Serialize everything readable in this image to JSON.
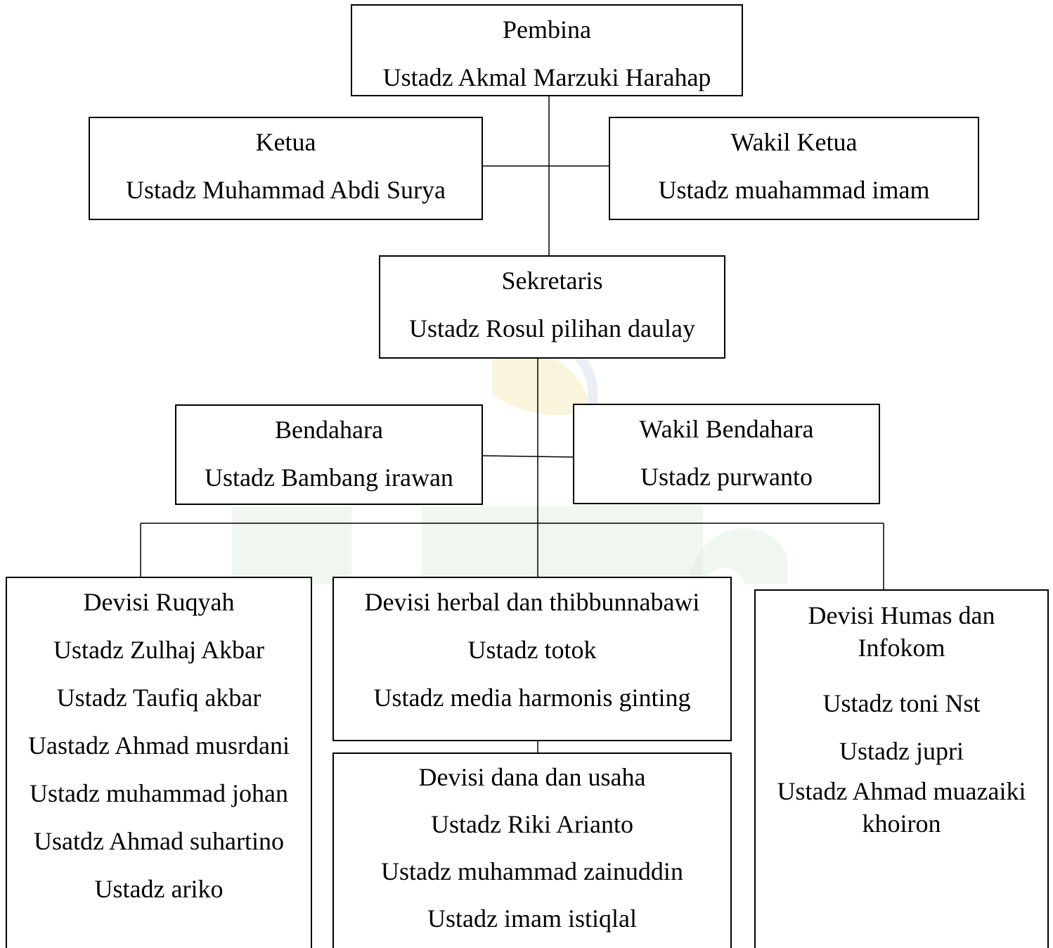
{
  "org_chart": {
    "pembina": {
      "role": "Pembina",
      "members": [
        "Ustadz Akmal Marzuki Harahap"
      ]
    },
    "ketua": {
      "role": "Ketua",
      "members": [
        "Ustadz Muhammad Abdi Surya"
      ]
    },
    "wakil_ketua": {
      "role": "Wakil Ketua",
      "members": [
        "Ustadz muahammad imam"
      ]
    },
    "sekretaris": {
      "role": "Sekretaris",
      "members": [
        "Ustadz Rosul pilihan daulay"
      ]
    },
    "bendahara": {
      "role": "Bendahara",
      "members": [
        "Ustadz Bambang irawan"
      ]
    },
    "wakil_bendahara": {
      "role": "Wakil Bendahara",
      "members": [
        "Ustadz purwanto"
      ]
    },
    "divisi_ruqyah": {
      "role": "Devisi Ruqyah",
      "members": [
        "Ustadz Zulhaj Akbar",
        "Ustadz Taufiq akbar",
        "Uastadz Ahmad musrdani",
        "Ustadz muhammad johan",
        "Usatdz Ahmad suhartino",
        "Ustadz ariko"
      ]
    },
    "divisi_herbal": {
      "role": "Devisi herbal dan thibbunnabawi",
      "members": [
        "Ustadz totok",
        "Ustadz media harmonis ginting"
      ]
    },
    "divisi_dana": {
      "role": "Devisi dana dan usaha",
      "members": [
        "Ustadz Riki Arianto",
        "Ustadz muhammad zainuddin",
        "Ustadz imam istiqlal"
      ]
    },
    "divisi_humas": {
      "role": "Devisi Humas dan Infokom",
      "members": [
        "Ustadz toni Nst",
        "Ustadz jupri",
        "Ustadz Ahmad muazaiki khoiron"
      ]
    }
  },
  "colors": {
    "line": "#000000",
    "box_border": "#000000",
    "watermark_green": "#e3efe3",
    "watermark_yellow": "#f6ecc4",
    "watermark_blue": "#dfe8ef"
  }
}
